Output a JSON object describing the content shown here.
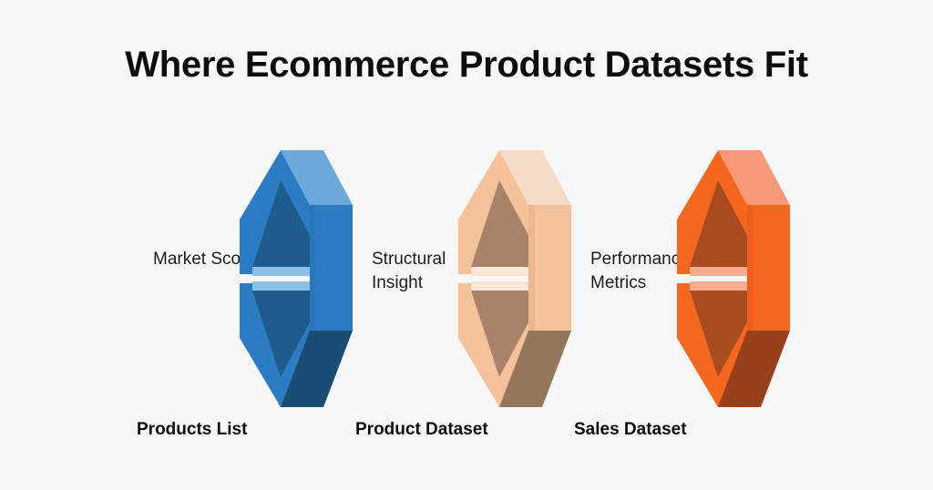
{
  "background_color": "#f7f7f7",
  "header": {
    "title": "Where Ecommerce Product Datasets Fit"
  },
  "items": [
    {
      "caption_line_1": "Market Scope",
      "caption_line_2": "",
      "bottom_label": "Products List",
      "colors": {
        "top": "#6ba8dc",
        "body": "#2b7cc2",
        "side": "#2877bd",
        "notch": "#1d5c8c",
        "shadow": "#1a4d73",
        "highlight": "#8dc0e8"
      }
    },
    {
      "caption_line_1": "Structural",
      "caption_line_2": "Insight",
      "bottom_label": "Product Dataset",
      "colors": {
        "top": "#f6dcc6",
        "body": "#f4c19a",
        "side": "#edb890",
        "notch": "#a8836a",
        "shadow": "#94765a",
        "highlight": "#f9e6d6"
      }
    },
    {
      "caption_line_1": "Performance",
      "caption_line_2": "Metrics",
      "bottom_label": "Sales Dataset",
      "colors": {
        "top": "#f79878",
        "body": "#f4671f",
        "side": "#ec5f1c",
        "notch": "#a94b21",
        "shadow": "#98401b",
        "highlight": "#f9ab8f"
      }
    }
  ],
  "text_colors": {
    "title": "#0d0d0d",
    "caption": "#1c1c1c",
    "bottom_label": "#0d0d0d"
  }
}
